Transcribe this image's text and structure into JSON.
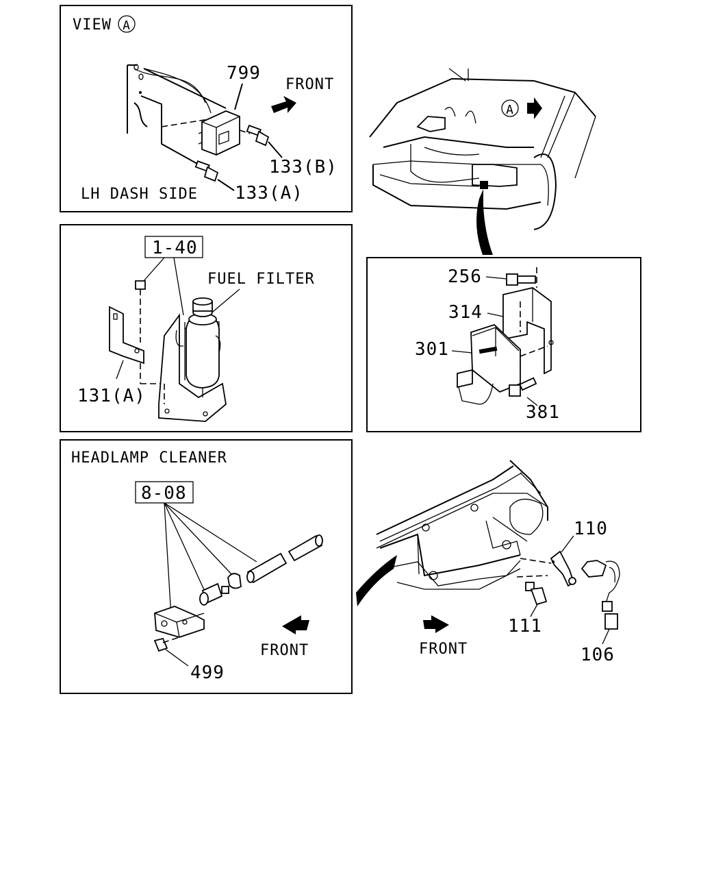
{
  "colors": {
    "ink": "#000000",
    "paper": "#ffffff"
  },
  "panel_view_a": {
    "title": "VIEW",
    "title_marker": "A",
    "part_799": "799",
    "part_133b": "133(B)",
    "part_133a": "133(A)",
    "front_label": "FRONT",
    "location_label": "LH DASH SIDE"
  },
  "panel_fuel_filter": {
    "ref_box": "1-40",
    "fuel_filter_label": "FUEL FILTER",
    "part_131a": "131(A)"
  },
  "panel_front_view": {
    "view_marker": "A"
  },
  "panel_relay_detail": {
    "part_256": "256",
    "part_314": "314",
    "part_301": "301",
    "part_381": "381"
  },
  "panel_headlamp_cleaner": {
    "title": "HEADLAMP CLEANER",
    "ref_box": "8-08",
    "part_499": "499",
    "front_label": "FRONT"
  },
  "panel_rear_view": {
    "part_110": "110",
    "part_111": "111",
    "part_106": "106",
    "front_label": "FRONT"
  },
  "icons": {
    "front_arrow": "arrow-icon",
    "circle_marker": "circle-letter-icon"
  }
}
